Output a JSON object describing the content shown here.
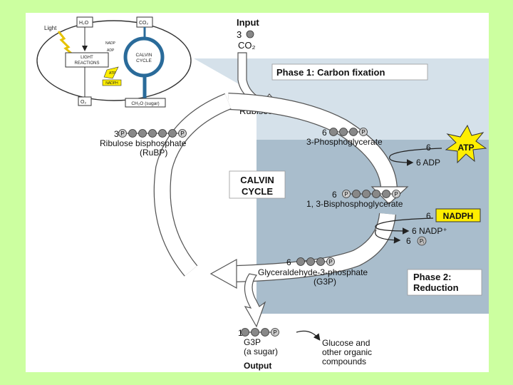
{
  "colors": {
    "page_background": "#ccffa0",
    "slide_background": "#ffffff",
    "phase1_panel": "#d5e1ea",
    "phase2_panel": "#a9bdcc",
    "arrow_fill": "#ffffff",
    "arrow_stroke": "#555555",
    "chloroplast_blue": "#2a6b9a",
    "atp_star": "#ffee00",
    "nadph_box": "#ffee00",
    "carbon_ball": "#888888"
  },
  "inset": {
    "light": "Light",
    "h2o": "H₂O",
    "co2": "CO₂",
    "nadp": "NADP",
    "adp": "ADP",
    "light_reactions_1": "LIGHT",
    "light_reactions_2": "REACTIONS",
    "calvin_1": "CALVIN",
    "calvin_2": "CYCLE",
    "atp": "ATP",
    "nadph": "NADPH",
    "o2": "O₂",
    "ch2o": "CH₂O (sugar)"
  },
  "input": {
    "title": "Input",
    "count": "3",
    "molecule": "CO₂"
  },
  "phase1": {
    "label": "Phase 1: Carbon fixation"
  },
  "phase2": {
    "line1": "Phase 2:",
    "line2": "Reduction"
  },
  "enzyme": "Rubisco",
  "cycle": {
    "line1": "CALVIN",
    "line2": "CYCLE"
  },
  "rubp": {
    "count": "3",
    "name": "Ribulose bisphosphate",
    "abbr": "(RuBP)"
  },
  "pga": {
    "count": "6",
    "name": "3-Phosphoglycerate"
  },
  "atp_input": {
    "count": "6",
    "label": "ATP"
  },
  "adp_output": {
    "label": "6 ADP"
  },
  "bpg": {
    "count": "6",
    "name": "1, 3-Bisphosphoglycerate"
  },
  "nadph_input": {
    "count": "6",
    "label": "NADPH"
  },
  "nadp_output": {
    "label": "6 NADP⁺"
  },
  "pi_output": {
    "count": "6",
    "label": "Pᵢ"
  },
  "g3p": {
    "count": "6",
    "name": "Glyceraldehyde-3-phosphate",
    "abbr": "(G3P)"
  },
  "output": {
    "count": "1",
    "name": "G3P",
    "desc": "(a sugar)",
    "title": "Output",
    "products_1": "Glucose and",
    "products_2": "other organic",
    "products_3": "compounds"
  },
  "phosphate_symbol": "P"
}
